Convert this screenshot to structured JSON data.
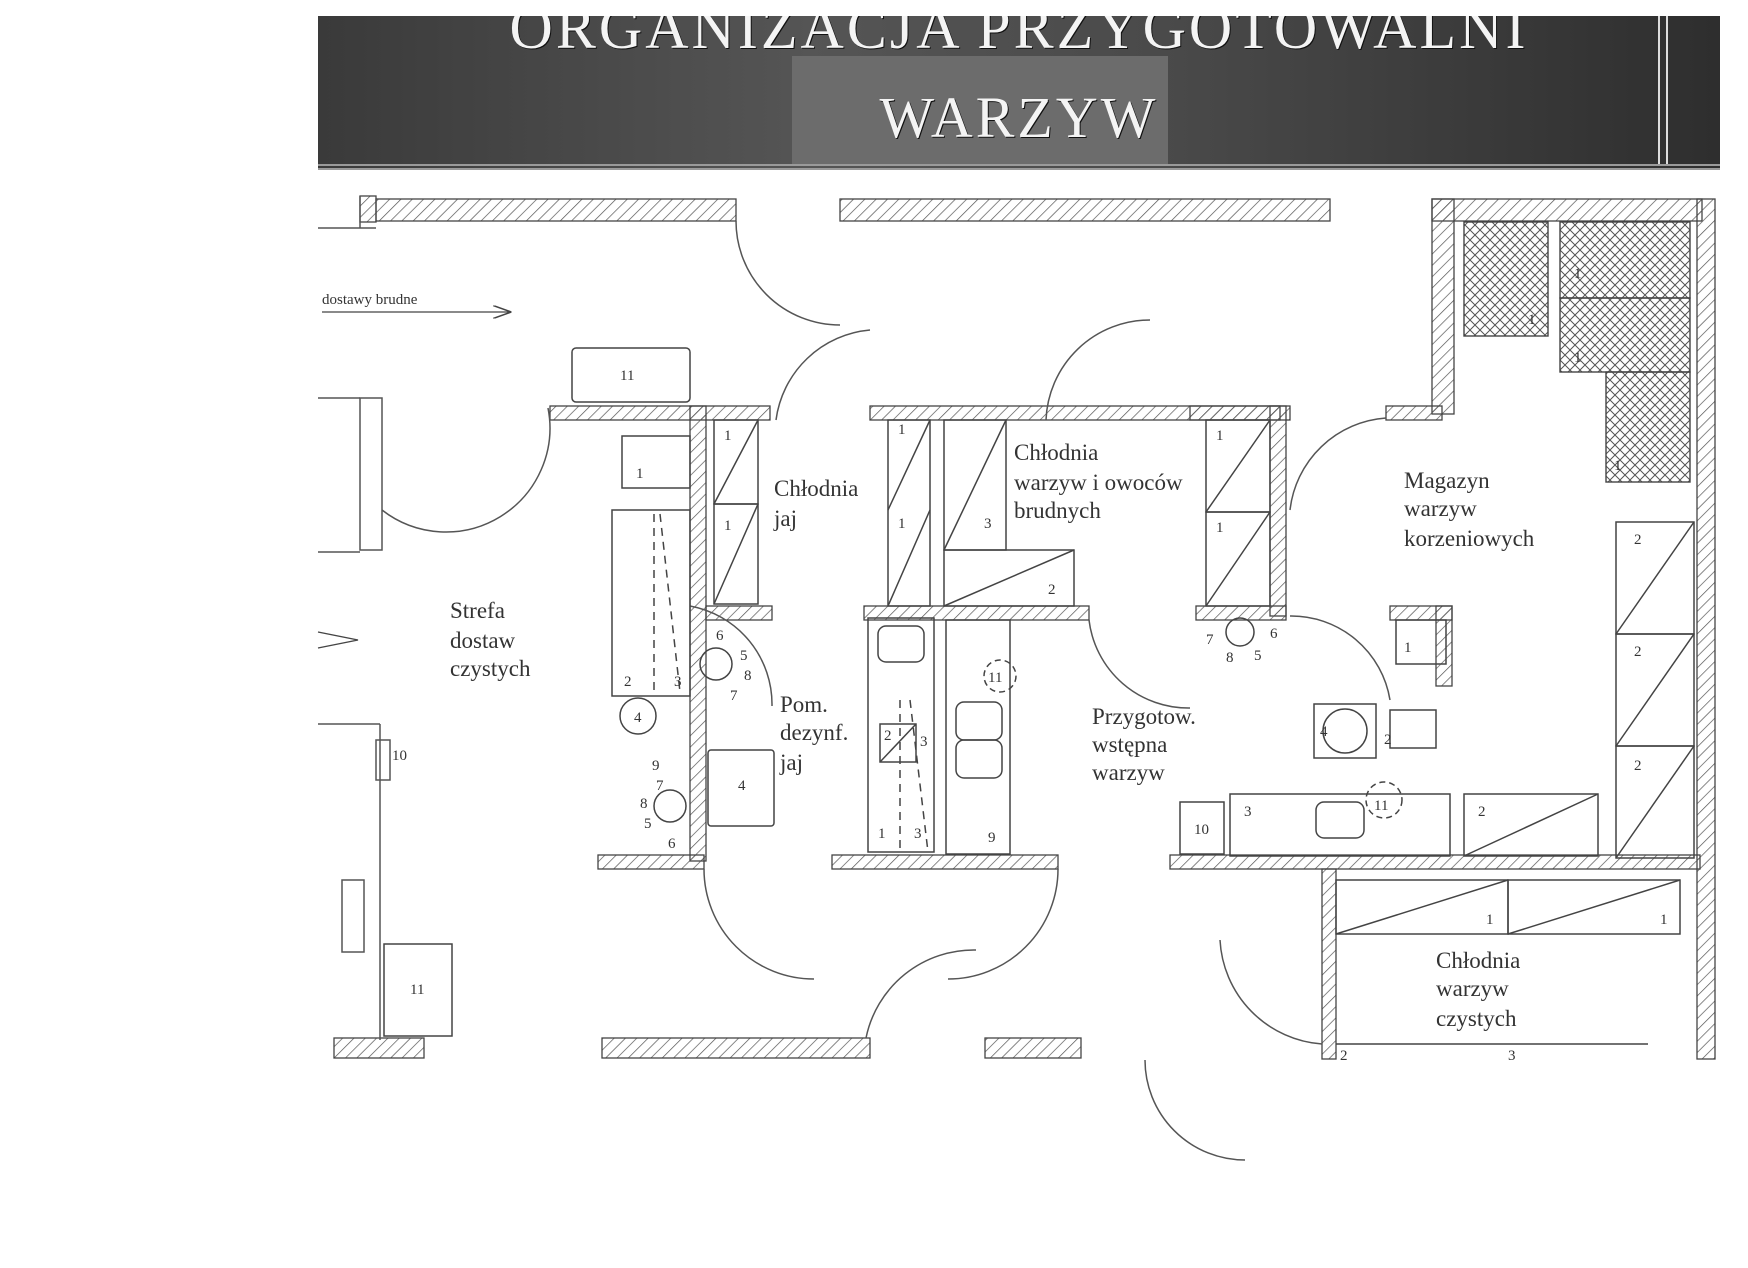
{
  "header": {
    "title_line_1": "ORGANIZACJA PRZYGOTOWALNI",
    "title_line_2": "WARZYW"
  },
  "rooms": [
    {
      "lines": [
        "Strefa",
        "dostaw",
        "czystych"
      ]
    },
    {
      "lines": [
        "Chłodnia",
        "jaj"
      ]
    },
    {
      "lines": [
        "Chłodnia",
        "warzyw i owoców",
        "brudnych"
      ]
    },
    {
      "lines": [
        "Magazyn",
        "warzyw",
        "korzeniowych"
      ]
    },
    {
      "lines": [
        "Pom.",
        "dezynf.",
        "jaj"
      ]
    },
    {
      "lines": [
        "Przygotow.",
        "wstępna",
        "warzyw"
      ]
    },
    {
      "lines": [
        "Chłodnia",
        "warzyw",
        "czystych"
      ]
    }
  ],
  "annotations": {
    "delivery_arrow": "dostawy brudne"
  },
  "equipment_numbers": {
    "trolley_top": "11",
    "trolley_bottom": "11",
    "door_ten": "10",
    "strefa_unit_1": "1",
    "strefa_table_2": "2",
    "strefa_table_3": "3",
    "strefa_round_4": "4",
    "strefa_table_4": "4",
    "strefa_bottom_5": "5",
    "strefa_bottom_6": "6",
    "strefa_bottom_7": "7",
    "strefa_bottom_8": "8",
    "strefa_bottom_9": "9",
    "jaj_shelf_1a": "1",
    "jaj_shelf_1b": "1",
    "jaj_sink_5": "5",
    "jaj_sink_6": "6",
    "jaj_sink_7": "7",
    "jaj_sink_8": "8",
    "brud_shelf_1a": "1",
    "brud_shelf_1b": "1",
    "brud_shelf_3": "3",
    "brud_shelf_2": "2",
    "brud_right_1a": "1",
    "brud_right_1b": "1",
    "dez_unit_2": "2",
    "dez_unit_3": "3",
    "dez_unit_1": "1",
    "dez_unit_3b": "3",
    "prep_11": "11",
    "prep_9": "9",
    "prep_sink_5": "5",
    "prep_sink_6": "6",
    "prep_sink_7": "7",
    "prep_sink_8": "8",
    "prep_10": "10",
    "prep_3": "3",
    "prep_11b": "11",
    "prep_2": "2",
    "prep_peeler_4": "4",
    "prep_2b": "2",
    "mag_1": "1",
    "mag_bin_1a": "1",
    "mag_bin_1b": "1",
    "mag_bin_1c": "1",
    "mag_bin_1d": "1",
    "mag_shelf_2a": "2",
    "mag_shelf_2b": "2",
    "mag_shelf_2c": "2",
    "clean_1a": "1",
    "clean_1b": "1",
    "clean_2": "2",
    "clean_3": "3"
  }
}
